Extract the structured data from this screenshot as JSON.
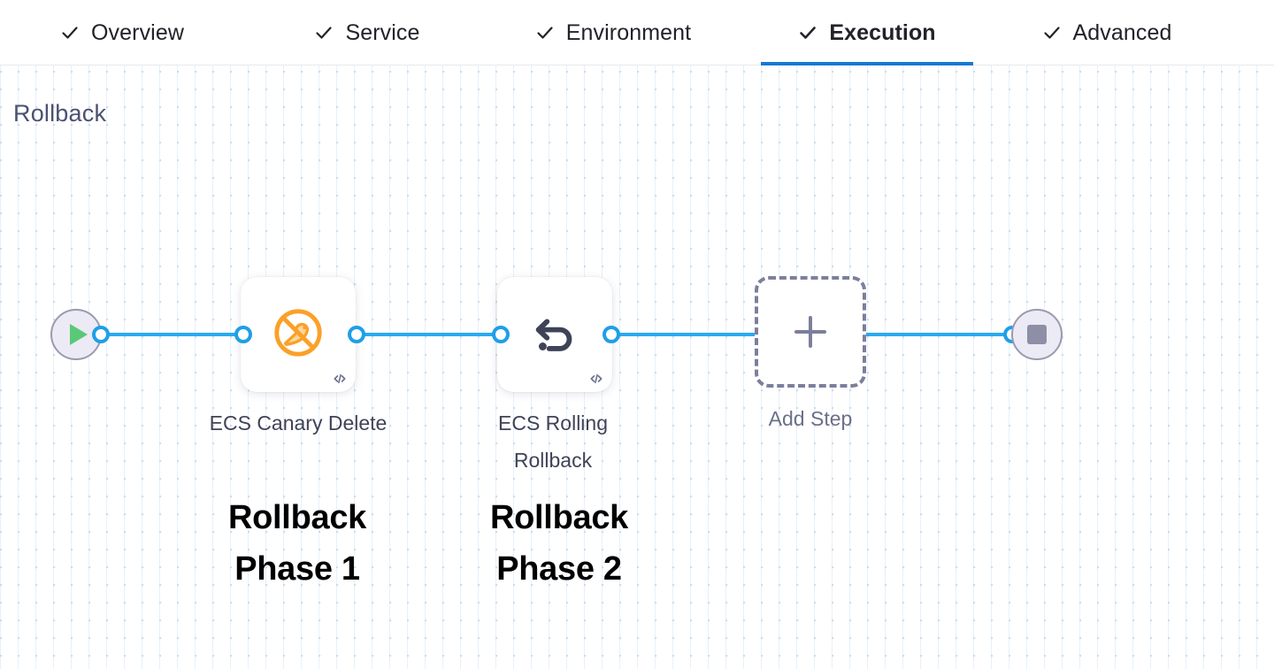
{
  "tabs": [
    {
      "id": "overview",
      "label": "Overview",
      "icon": "check-icon",
      "active": false
    },
    {
      "id": "service",
      "label": "Service",
      "icon": "check-icon",
      "active": false
    },
    {
      "id": "environment",
      "label": "Environment",
      "icon": "check-icon",
      "active": false
    },
    {
      "id": "execution",
      "label": "Execution",
      "icon": "check-icon",
      "active": true
    },
    {
      "id": "advanced",
      "label": "Advanced",
      "icon": "check-icon",
      "active": false
    }
  ],
  "canvas": {
    "title": "Rollback",
    "start_node": {
      "name": "start-node",
      "icon": "play-icon"
    },
    "end_node": {
      "name": "end-node",
      "icon": "stop-icon"
    },
    "steps": [
      {
        "id": "ecs-canary-delete",
        "label": "ECS Canary Delete",
        "icon": "canary-delete-icon",
        "icon_color": "#FBA028",
        "badge_icon": "code-icon"
      },
      {
        "id": "ecs-rolling-rollback",
        "label": "ECS Rolling Rollback",
        "icon": "rollback-arrow-icon",
        "icon_color": "#3F4358",
        "badge_icon": "code-icon"
      }
    ],
    "add_step": {
      "label": "Add Step",
      "icon": "plus-icon"
    }
  },
  "annotations": [
    {
      "id": "phase-1",
      "line1": "Rollback",
      "line2": "Phase 1"
    },
    {
      "id": "phase-2",
      "line1": "Rollback",
      "line2": "Phase 2"
    }
  ],
  "colors": {
    "accent_blue": "#1578d3",
    "connector_blue": "#29aaf0",
    "canary_orange": "#FBA028",
    "play_green": "#59c977",
    "title_slate": "#4c5070"
  }
}
